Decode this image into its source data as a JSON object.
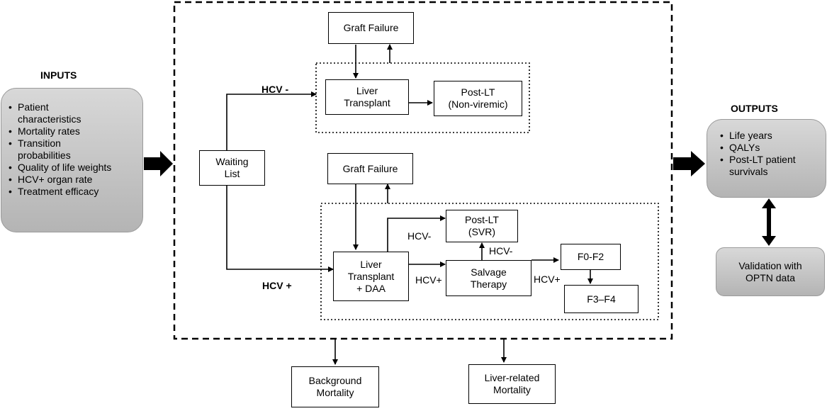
{
  "inputs": {
    "title": "INPUTS",
    "items": [
      "Patient characteristics",
      "Mortality rates",
      "Transition probabilities",
      "Quality of life weights",
      "HCV+ organ rate",
      "Treatment efficacy"
    ]
  },
  "outputs": {
    "title": "OUTPUTS",
    "items": [
      "Life years",
      "QALYs",
      "Post-LT patient survivals"
    ]
  },
  "validation": {
    "line1": "Validation with",
    "line2": "OPTN data"
  },
  "waiting_list": {
    "line1": "Waiting",
    "line2": "List"
  },
  "hcv_neg_branch": {
    "label": "HCV -",
    "graft_failure": "Graft Failure",
    "liver_transplant": {
      "line1": "Liver",
      "line2": "Transplant"
    },
    "post_lt": {
      "line1": "Post-LT",
      "line2": "(Non-viremic)"
    }
  },
  "hcv_pos_branch": {
    "label": "HCV +",
    "graft_failure": "Graft Failure",
    "liver_transplant": {
      "line1": "Liver",
      "line2": "Transplant",
      "line3": "+ DAA"
    },
    "post_lt_svr": {
      "line1": "Post-LT",
      "line2": "(SVR)"
    },
    "salvage": {
      "line1": "Salvage",
      "line2": "Therapy"
    },
    "f0f2": "F0-F2",
    "f3f4": "F3–F4",
    "edge_labels": {
      "lt_to_svr": "HCV-",
      "salvage_to_svr": "HCV-",
      "lt_to_salvage": "HCV+",
      "salvage_to_f": "HCV+"
    }
  },
  "background_mortality": {
    "line1": "Background",
    "line2": "Mortality"
  },
  "liver_mortality": {
    "line1": "Liver-related",
    "line2": "Mortality"
  }
}
